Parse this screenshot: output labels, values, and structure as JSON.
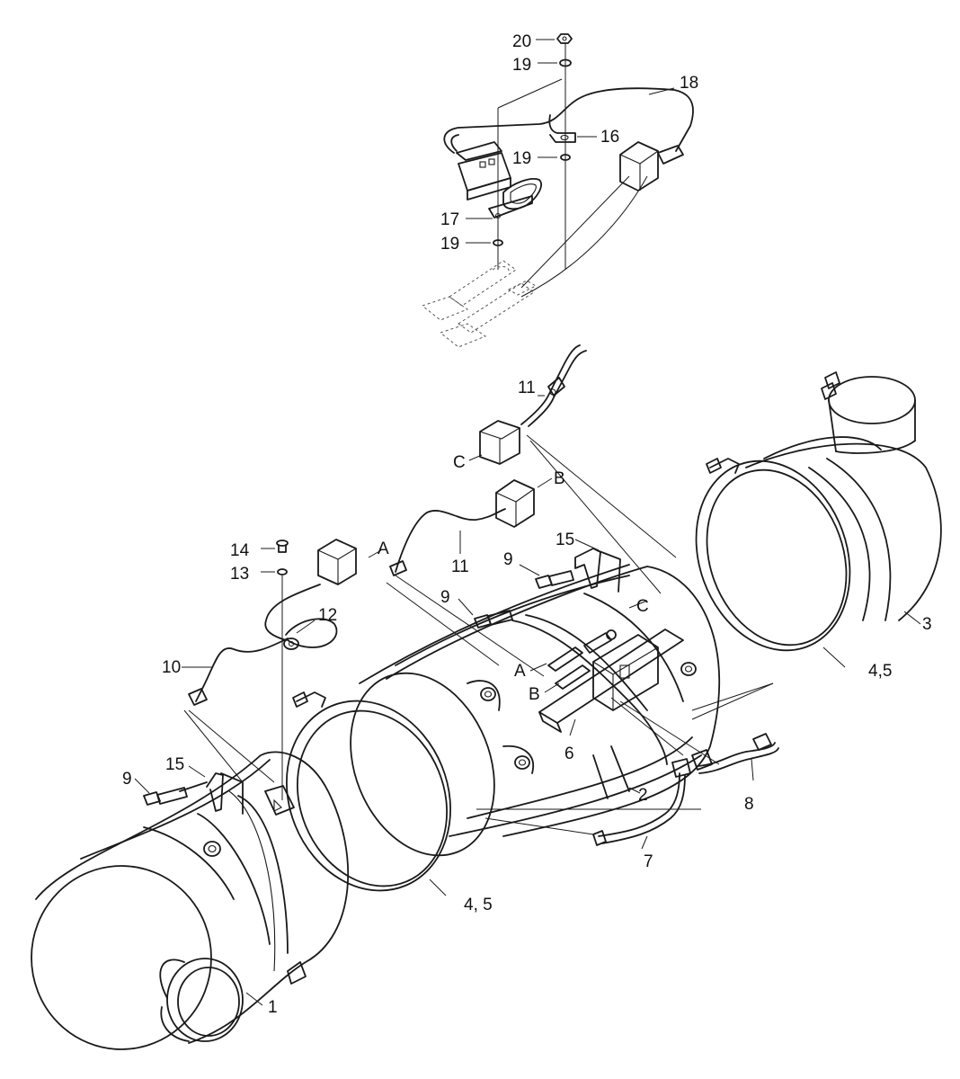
{
  "diagram": {
    "callouts": {
      "c20": "20",
      "c19a": "19",
      "c18": "18",
      "c16": "16",
      "c19b": "19",
      "c17": "17",
      "c19c": "19",
      "c11a": "11",
      "cC1": "C",
      "cB1": "B",
      "c15a": "15",
      "c9a": "9",
      "c14": "14",
      "cA1": "A",
      "c11b": "11",
      "c13": "13",
      "c9b": "9",
      "c12": "12",
      "cC2": "C",
      "c3": "3",
      "c10": "10",
      "cA2": "A",
      "cB2": "B",
      "c45a": "4,5",
      "c6": "6",
      "c8": "8",
      "c15b": "15",
      "c9c": "9",
      "c2": "2",
      "c7": "7",
      "c45b": "4, 5",
      "c1": "1"
    },
    "colors": {
      "line": "#1a1a1a",
      "background": "#ffffff"
    }
  }
}
